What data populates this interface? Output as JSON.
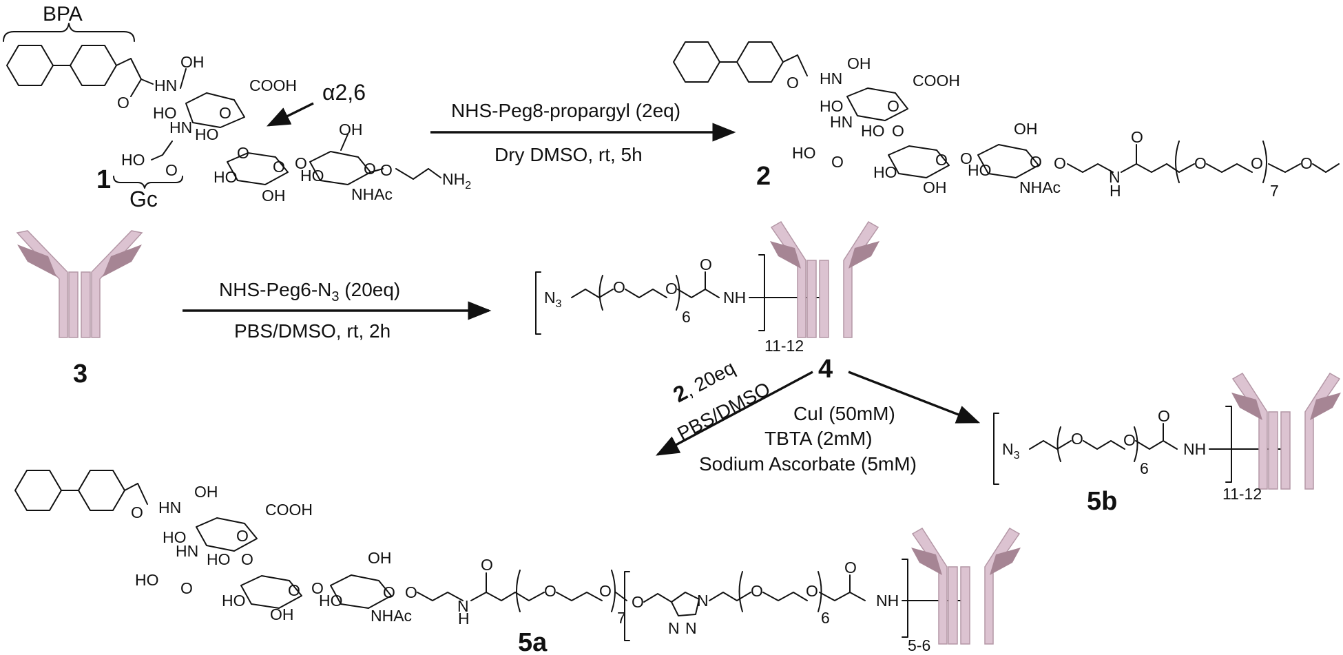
{
  "compounds": {
    "c1": "1",
    "c2": "2",
    "c3": "3",
    "c4": "4",
    "c5a": "5a",
    "c5b": "5b"
  },
  "annotations": {
    "bpa": "BPA",
    "gc": "Gc",
    "linkage": "α2,6"
  },
  "atom_labels": {
    "oh": "OH",
    "ho": "HO",
    "cooh": "COOH",
    "hn": "HN",
    "n": "N",
    "h": "H",
    "nh": "NH",
    "nhac": "NHAc",
    "nh2": "NH",
    "nh2_sub": "2",
    "o": "O",
    "n3_n": "N",
    "n3_sub": "3"
  },
  "repeats": {
    "peg8": "7",
    "peg6": "6",
    "dar_4": "11-12",
    "dar_5b": "11-12",
    "dar_5a": "5-6"
  },
  "conditions": {
    "step1_top": "NHS-Peg8-propargyl (2eq)",
    "step1_bottom": "Dry DMSO, rt, 5h",
    "step2_top_main": "NHS-Peg6-N",
    "step2_top_sub": "3",
    "step2_top_end": " (20eq)",
    "step2_bottom": "PBS/DMSO, rt, 2h",
    "step3a_bold": "2",
    "step3a_eq": ", 20eq",
    "step3a_solvent": "PBS/DMSO",
    "step3b_line1": "CuI (50mM)",
    "step3b_line2": "TBTA (2mM)",
    "step3b_line3": "Sodium Ascorbate (5mM)"
  },
  "colors": {
    "antibody_light": "#dcc3d1",
    "antibody_dark": "#a68594",
    "ink": "#111111"
  }
}
